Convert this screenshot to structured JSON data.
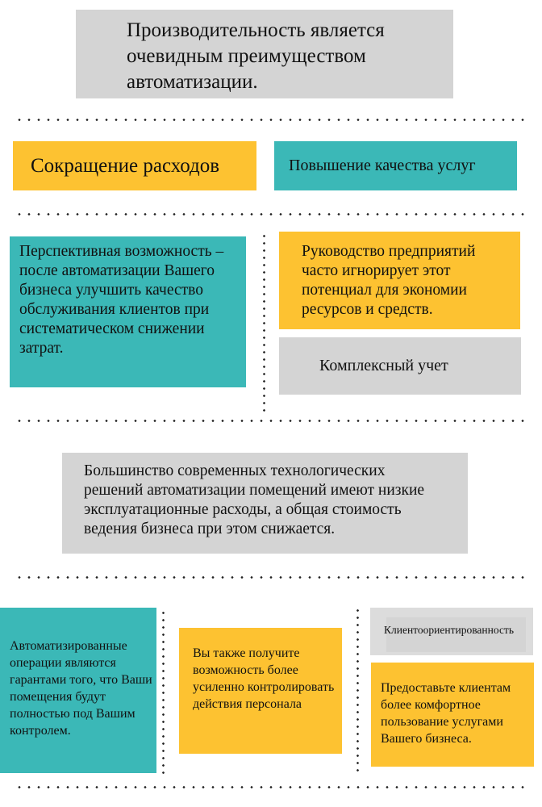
{
  "title": "Производительность является очевидным преимуществом автоматизации.",
  "cost_reduction": "Сокращение расходов",
  "quality_increase": "Повышение качества услуг",
  "opportunity": "Перспективная возможность – после автоматизации Вашего бизнеса улучшить качество обслуживания клиентов при систематическом снижении затрат.",
  "management": "Руководство предприятий часто игнорирует этот потенциал для экономии ресурсов и средств.",
  "complex_accounting": "Комплексный учет",
  "modern_solutions": "Большинство современных технологических решений автоматизации помещений имеют низкие эксплуатационные расходы, а общая стоимость ведения бизнеса при этом снижается.",
  "automated_ops": "Автоматизированные операции являются гарантами того, что Ваши помещения будут полностью под Вашим контролем.",
  "staff_control": "Вы также получите возможность более усиленно контролировать действия персонала",
  "client_orientation": "Клиентоориентированность",
  "client_comfort": "Предоставьте клиентам более комфортное пользование услугами Вашего бизнеса.",
  "colors": {
    "gray": "#d4d4d4",
    "yellow": "#fdc231",
    "teal": "#3bb8b7"
  }
}
